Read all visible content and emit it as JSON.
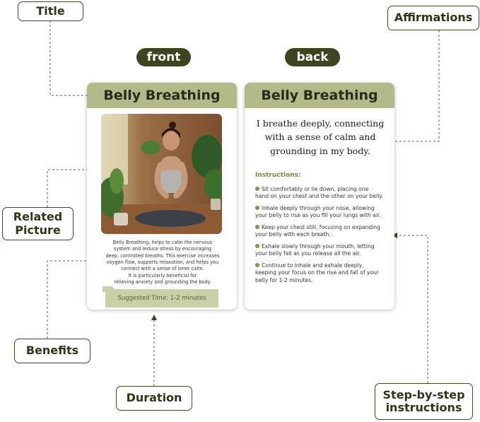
{
  "callouts": {
    "title": "Title",
    "affirmations": "Affirmations",
    "related_picture_line1": "Related",
    "related_picture_line2": "Picture",
    "benefits": "Benefits",
    "duration": "Duration",
    "steps_line1": "Step-by-step",
    "steps_line2": "instructions"
  },
  "labels": {
    "front": "front",
    "back": "back"
  },
  "front_card": {
    "title": "Belly Breathing",
    "benefits_lines": [
      "Belly Breathing, helps to calm the nervous",
      "system and reduce stress by encouraging",
      "deep, controlled breaths. This exercise increases",
      "oxygen flow, supports relaxation, and helps you",
      "connect with a sense of inner calm.",
      "It is particularly beneficial for",
      "relieving anxiety and grounding the body."
    ],
    "duration": "Suggested Time: 1-2 minutes"
  },
  "back_card": {
    "title": "Belly Breathing",
    "affirmation_lines": [
      "I breathe deeply, connecting",
      "with a sense of calm and",
      "grounding in my body."
    ],
    "instructions_title": "Instructions:",
    "steps": [
      [
        "Sit comfortably or lie down, placing one",
        "hand on your chest and the other on your belly."
      ],
      [
        "Inhale deeply through your nose, allowing",
        "your belly to rise as you fill your lungs with air."
      ],
      [
        "Keep your chest still, focusing on expanding",
        "your belly with each breath."
      ],
      [
        "Exhale slowly through your mouth, letting",
        "your belly fall as you release all the air."
      ],
      [
        "Continue to inhale and exhale deeply,",
        "keeping your focus on the rise and fall of your",
        "belly for 1-2 minutes."
      ]
    ]
  },
  "colors": {
    "header_bar": "#b3ba89",
    "pill": "#3d4520",
    "accent": "#7a8233",
    "callout_border": "#3f4622"
  }
}
